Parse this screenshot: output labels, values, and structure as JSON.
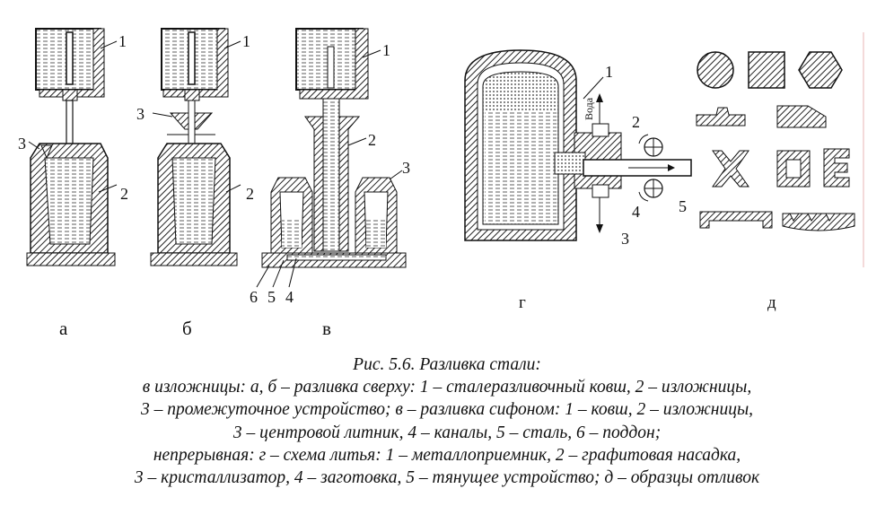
{
  "figure": {
    "panels": [
      {
        "id": "a",
        "letter": "а",
        "callouts": [
          "1",
          "2",
          "3"
        ]
      },
      {
        "id": "b",
        "letter": "б",
        "callouts": [
          "1",
          "2",
          "3"
        ]
      },
      {
        "id": "v",
        "letter": "в",
        "callouts": [
          "1",
          "2",
          "3",
          "6",
          "5",
          "4"
        ]
      },
      {
        "id": "g",
        "letter": "г",
        "callouts": [
          "1",
          "2",
          "3",
          "4",
          "5"
        ],
        "water_label": "Вода"
      },
      {
        "id": "d",
        "letter": "д"
      }
    ]
  },
  "caption": {
    "lines": [
      "Рис. 5.6. Разливка стали:",
      "в изложницы: а, б – разливка сверху: 1 – сталеразливочный ковш, 2 – изложницы,",
      "3 – промежуточное устройство;  в – разливка сифоном: 1 – ковш, 2 – изложницы,",
      "3 – центровой литник, 4 – каналы, 5 – сталь, 6 – поддон;",
      "непрерывная: г – схема литья: 1 – металлоприемник, 2 – графитовая насадка,",
      "3 – кристаллизатор, 4 – заготовка, 5 – тянущее устройство;  д – образцы отливок"
    ]
  }
}
